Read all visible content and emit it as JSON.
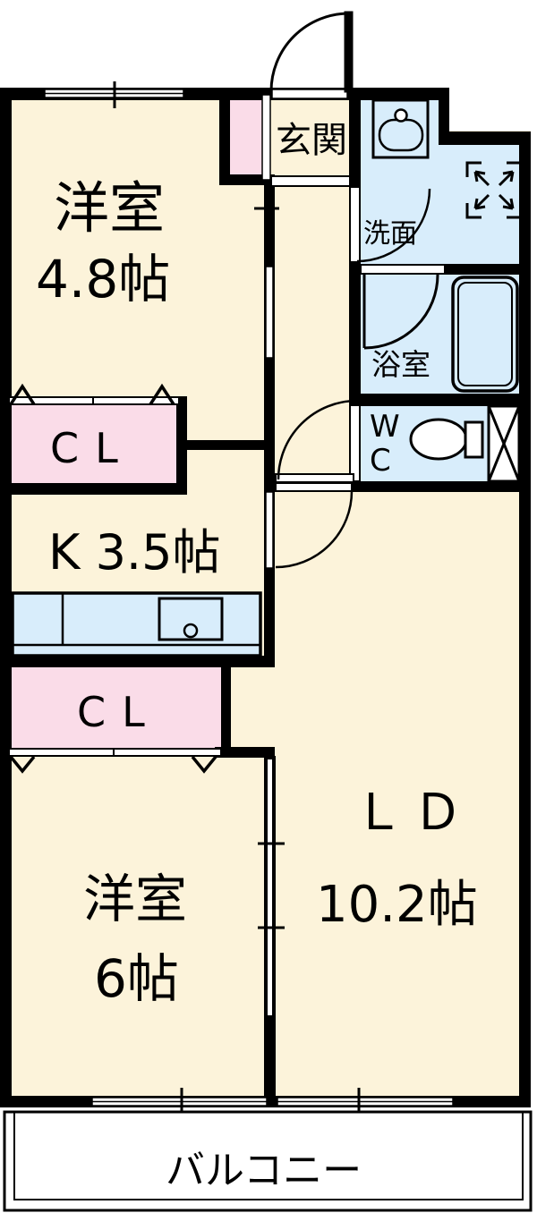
{
  "floorplan": {
    "title": "apartment-floor-plan",
    "rooms": {
      "western_room_1": {
        "label": "洋室",
        "size": "4.8帖"
      },
      "entrance": {
        "label": "玄関"
      },
      "washroom": {
        "label": "洗面"
      },
      "bathroom": {
        "label": "浴室"
      },
      "toilet": {
        "label_line1": "W",
        "label_line2": "C"
      },
      "closet_1": {
        "label": "CL"
      },
      "kitchen": {
        "label": "K 3.5帖"
      },
      "closet_2": {
        "label": "CL"
      },
      "living_dining": {
        "label": "ＬＤ",
        "size": "10.2帖"
      },
      "western_room_2": {
        "label": "洋室",
        "size": "6帖"
      },
      "balcony": {
        "label": "バルコニー"
      }
    },
    "colors": {
      "wall": "#000000",
      "room_floor": "#FCF3DA",
      "wet_floor": "#D8EDFB",
      "closet_fill": "#FADCE8",
      "fixture_white": "#FFFFFF"
    }
  }
}
